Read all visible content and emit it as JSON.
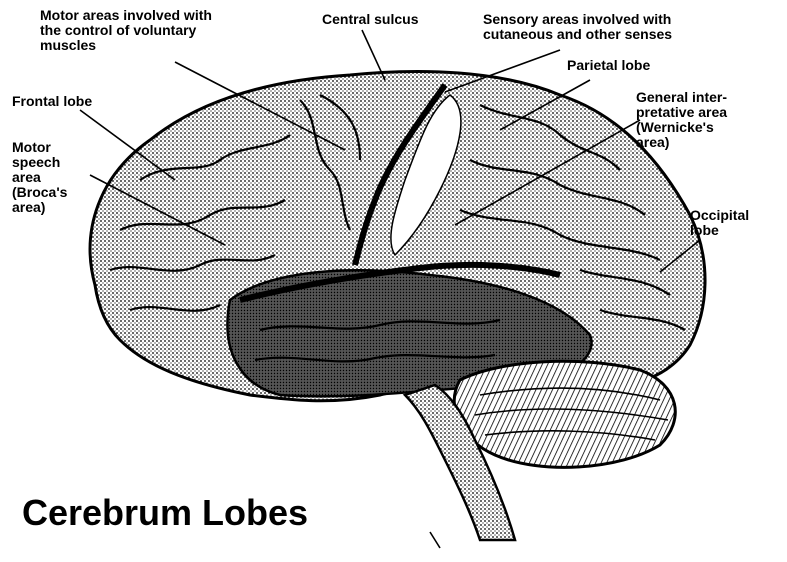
{
  "title": "Cerebrum Lobes",
  "labels": {
    "motor_areas": "Motor areas involved with\nthe control of voluntary\nmuscles",
    "central_sulcus": "Central sulcus",
    "sensory_areas": "Sensory areas involved with\ncutaneous and other senses",
    "parietal_lobe": "Parietal lobe",
    "frontal_lobe": "Frontal lobe",
    "general_interpretative": "General inter-\npretative area\n(Wernicke's\narea)",
    "motor_speech": "Motor\nspeech\narea\n(Broca's\narea)",
    "occipital_lobe": "Occipital\nlobe"
  },
  "colors": {
    "ink": "#000000",
    "paper": "#ffffff",
    "shade": "#3a3a3a"
  }
}
